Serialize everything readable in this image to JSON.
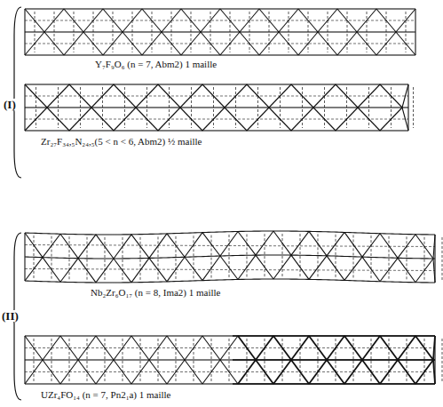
{
  "diagram": {
    "labels": [
      "(I)",
      "Y₇F₉O₆ (n = 7, Abm2) 1 maille",
      "Zr₂₇F₃₄,₅N₂₄,₅(5 < n < 6, Abm2) ½ maille",
      "(II)",
      "Nb₂Zr₆O₁₇ (n = 8, Ima2) 1 maille",
      "UZr₄FO₁₄ (n = 7, Pn2₁a) 1 maille"
    ]
  }
}
